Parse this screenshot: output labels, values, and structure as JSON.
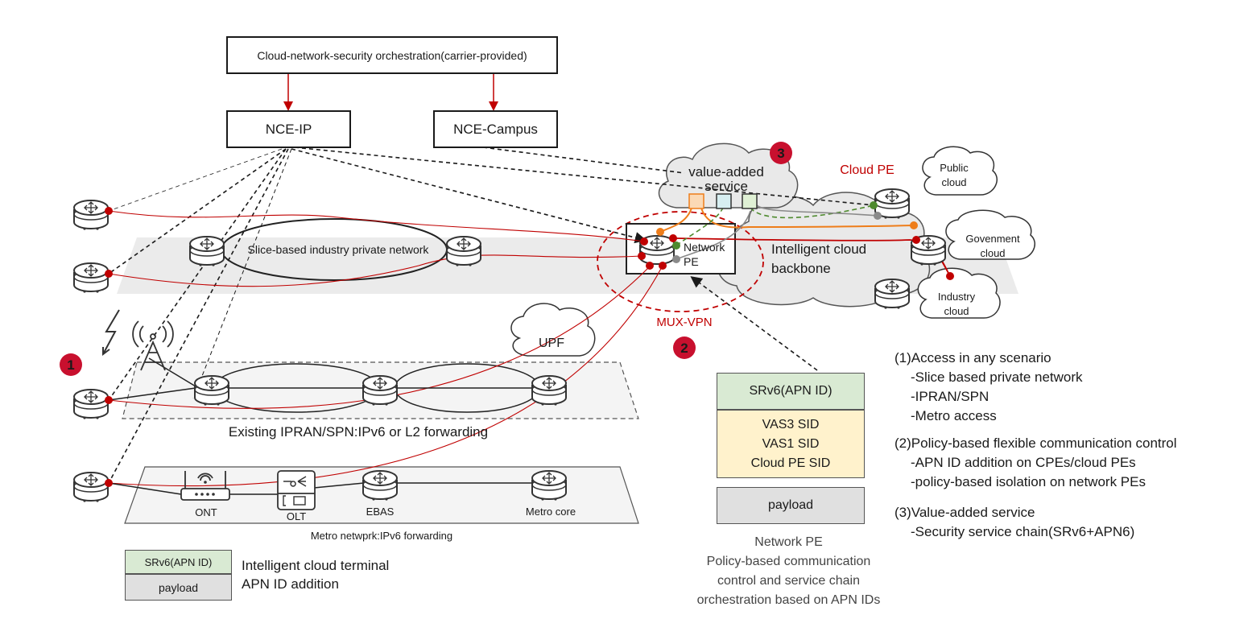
{
  "orchestration": {
    "label": "Cloud-network-security orchestration(carrier-provided)"
  },
  "nce_ip": {
    "label": "NCE-IP"
  },
  "nce_campus": {
    "label": "NCE-Campus"
  },
  "value_added_service": {
    "line1": "value-added",
    "line2": "service"
  },
  "cloud_pe": {
    "label": "Cloud PE"
  },
  "public_cloud": {
    "line1": "Public",
    "line2": "cloud"
  },
  "government_cloud": {
    "line1": "Govenment",
    "line2": "cloud"
  },
  "industry_cloud": {
    "line1": "Industry",
    "line2": "cloud"
  },
  "backbone": {
    "line1": "Intelligent cloud",
    "line2": "backbone"
  },
  "network_pe_box": {
    "line1": "Network",
    "line2": "PE"
  },
  "slice_network": {
    "label": "Slice-based industry private network"
  },
  "mux_vpn": {
    "label": "MUX-VPN"
  },
  "upf": {
    "label": "UPF"
  },
  "ipran": {
    "label": "Existing IPRAN/SPN:IPv6 or L2 forwarding"
  },
  "metro": {
    "plane_label": "Metro netwprk:IPv6 forwarding",
    "ont": "ONT",
    "olt": "OLT",
    "ebas": "EBAS",
    "core": "Metro core"
  },
  "markers": {
    "one": "1",
    "two": "2",
    "three": "3"
  },
  "terminal_stack": {
    "header": "SRv6(APN ID)",
    "payload": "payload",
    "caption_line1": "Intelligent cloud terminal",
    "caption_line2": "APN ID addition"
  },
  "pe_stack": {
    "header": "SRv6(APN ID)",
    "sids": [
      "VAS3 SID",
      "VAS1 SID",
      "Cloud PE SID"
    ],
    "payload": "payload",
    "caption": [
      "Network PE",
      "Policy-based communication",
      "control and service chain",
      "orchestration based on APN IDs"
    ]
  },
  "features": {
    "items": [
      {
        "title": "(1)Access in any scenario",
        "subs": [
          "-Slice based private network",
          "-IPRAN/SPN",
          "-Metro access"
        ]
      },
      {
        "title": "(2)Policy-based flexible communication control",
        "subs": [
          "-APN ID addition on CPEs/cloud PEs",
          "-policy-based isolation on network PEs"
        ]
      },
      {
        "title": "(3)Value-added service",
        "subs": [
          "-Security service chain(SRv6+APN6)"
        ]
      }
    ]
  },
  "colors": {
    "red": "#c00000",
    "orange": "#ee7d1a",
    "green": "#4e8a2e",
    "gray": "#8a8a8a",
    "header_green": "#d9ead3",
    "sid_yellow": "#fff2cc",
    "payload_gray": "#e0e0e0",
    "plane_gray": "#ebebeb"
  }
}
